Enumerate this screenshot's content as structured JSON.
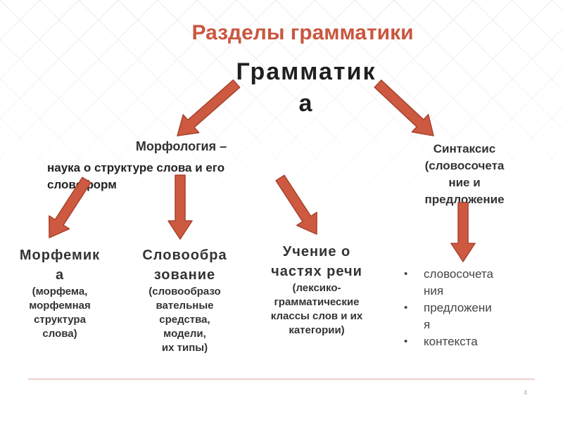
{
  "slide": {
    "title": "Разделы грамматики",
    "page_number": "4"
  },
  "diagram": {
    "root": {
      "line1": "Грамматик",
      "line2": "а"
    },
    "morphology": {
      "heading": "Морфология –",
      "description_line1": "наука о структуре слова и его",
      "description_line2": "словоформ"
    },
    "syntax": {
      "lines": [
        "Синтаксис",
        "(словосочета",
        "ние и",
        "предложение"
      ]
    },
    "morphemics": {
      "title_lines": [
        "Морфемик",
        "а"
      ],
      "description_lines": [
        "(морфема,",
        "морфемная",
        "структура",
        "слова)"
      ]
    },
    "word_formation": {
      "title_lines": [
        "Словообра",
        "зование"
      ],
      "description_lines": [
        "(словообразо",
        "вательные",
        "средства,",
        "модели,",
        "их типы)"
      ]
    },
    "parts_of_speech": {
      "title_lines": [
        "Учение о",
        "частях речи"
      ],
      "description_lines": [
        "(лексико-",
        "грамматические",
        "классы слов и их",
        "категории)"
      ]
    },
    "syntax_items": [
      [
        "словосочета",
        "ния"
      ],
      [
        "предложени",
        "я"
      ],
      [
        "контекста"
      ]
    ]
  },
  "colors": {
    "title": "#c9563f",
    "arrow_fill": "#cd5a40",
    "arrow_stroke": "#a8412d",
    "divider": "#d9a393"
  }
}
